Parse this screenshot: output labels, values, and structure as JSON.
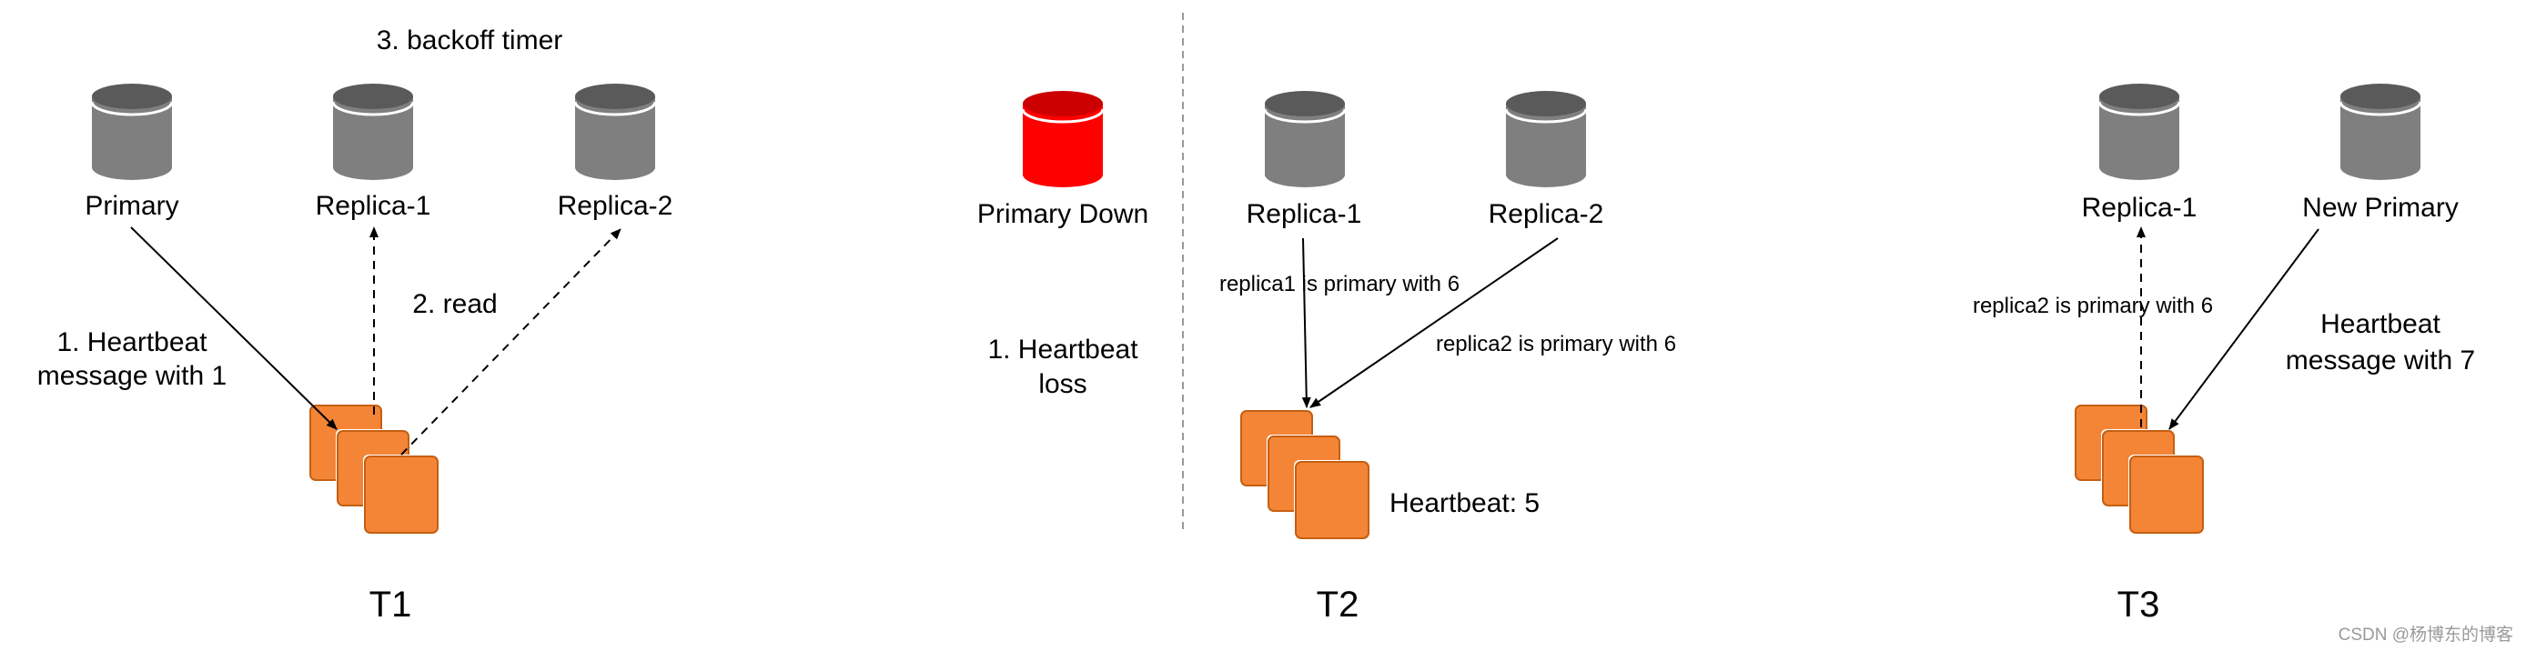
{
  "colors": {
    "db_gray": "#7f7f7f",
    "db_gray_dark": "#5a5a5a",
    "db_red": "#ff0000",
    "db_red_dark": "#cc0000",
    "node_orange": "#f58536",
    "node_orange_dark": "#c45f12",
    "divider": "#999999"
  },
  "icons": {
    "database": "database-cylinder-icon",
    "instance": "instance-stack-icon"
  },
  "t1": {
    "title": "T1",
    "backoff": "3. backoff timer",
    "db_primary": "Primary",
    "db_replica1": "Replica-1",
    "db_replica2": "Replica-2",
    "heartbeat_line1": "1. Heartbeat",
    "heartbeat_line2": "message with 1",
    "read": "2. read"
  },
  "t2": {
    "title": "T2",
    "db_primary_down": "Primary Down",
    "db_replica1": "Replica-1",
    "db_replica2": "Replica-2",
    "loss_line1": "1. Heartbeat",
    "loss_line2": "loss",
    "replica1_msg": "replica1 is primary with 6",
    "replica2_msg": "replica2 is primary with 6",
    "heartbeat": "Heartbeat: 5"
  },
  "t3": {
    "title": "T3",
    "db_replica1": "Replica-1",
    "db_new_primary": "New Primary",
    "replica2_msg": "replica2 is primary with 6",
    "heartbeat_line1": "Heartbeat",
    "heartbeat_line2": "message with 7"
  },
  "watermark": "CSDN @杨博东的博客"
}
